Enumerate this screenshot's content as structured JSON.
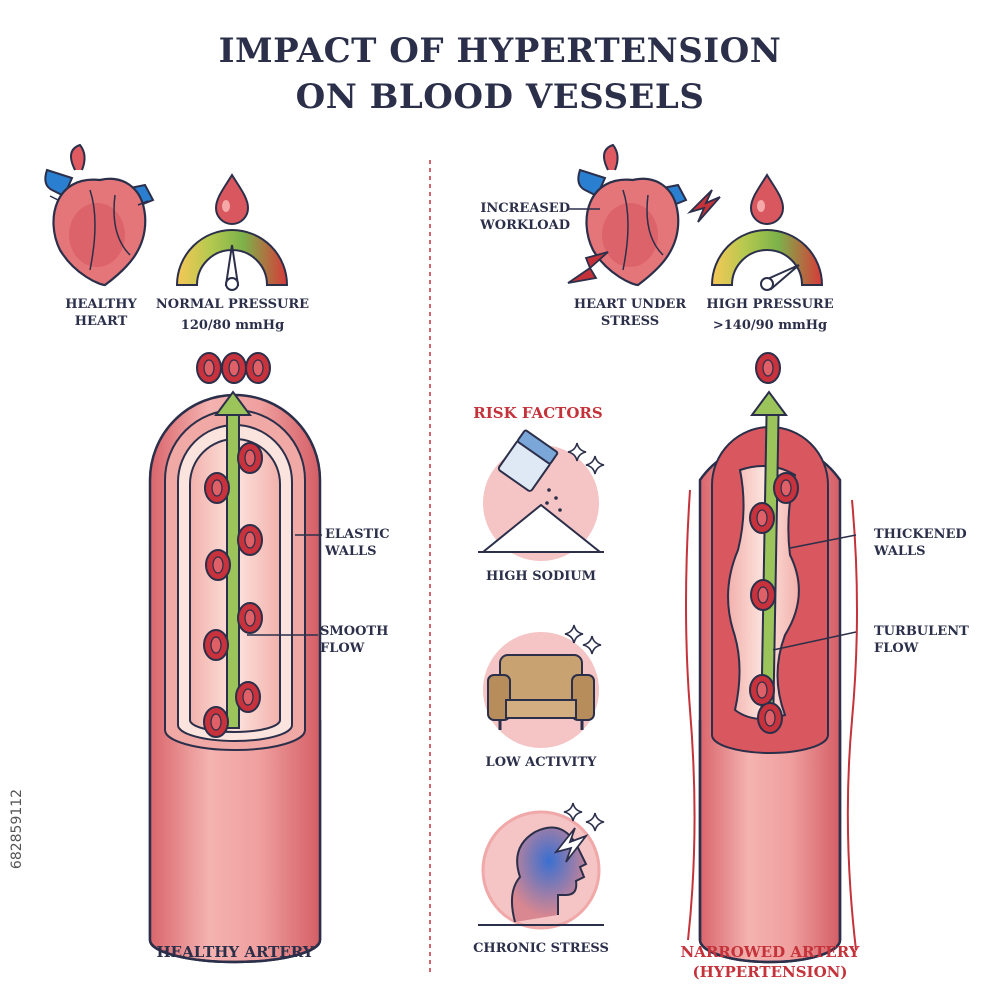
{
  "title_line1": "IMPACT OF HYPERTENSION",
  "title_line2": "ON BLOOD VESSELS",
  "left": {
    "heart_label_1": "HEALTHY",
    "heart_label_2": "HEART",
    "pressure_label": "NORMAL PRESSURE",
    "pressure_value": "120/80 mmHg",
    "wall_label_1": "ELASTIC",
    "wall_label_2": "WALLS",
    "flow_label_1": "SMOOTH",
    "flow_label_2": "FLOW",
    "artery_label": "HEALTHY ARTERY"
  },
  "right": {
    "workload_1": "INCREASED",
    "workload_2": "WORKLOAD",
    "heart_label_1": "HEART UNDER",
    "heart_label_2": "STRESS",
    "pressure_label": "HIGH PRESSURE",
    "pressure_value": ">140/90 mmHg",
    "wall_label_1": "THICKENED",
    "wall_label_2": "WALLS",
    "flow_label_1": "TURBULENT",
    "flow_label_2": "FLOW",
    "artery_label_1": "NARROWED ARTERY",
    "artery_label_2": "(HYPERTENSION)"
  },
  "risk": {
    "heading": "RISK FACTORS",
    "items": [
      "HIGH SODIUM",
      "LOW ACTIVITY",
      "CHRONIC STRESS"
    ]
  },
  "stock_id": "682859112",
  "colors": {
    "ink": "#2b2f4a",
    "accent_red": "#c4323a",
    "vessel_outer": "#e07a7f",
    "vessel_inner": "#f6c9c3",
    "flow_arrow": "#9bc45a",
    "blood_cell": "#c8323c",
    "vein_blue": "#2a7fd0"
  },
  "icons": [
    "heart-icon",
    "pressure-gauge-icon",
    "blood-drop-icon",
    "salt-shaker-icon",
    "armchair-icon",
    "stressed-head-icon",
    "lightning-icon",
    "sparkle-icon"
  ]
}
